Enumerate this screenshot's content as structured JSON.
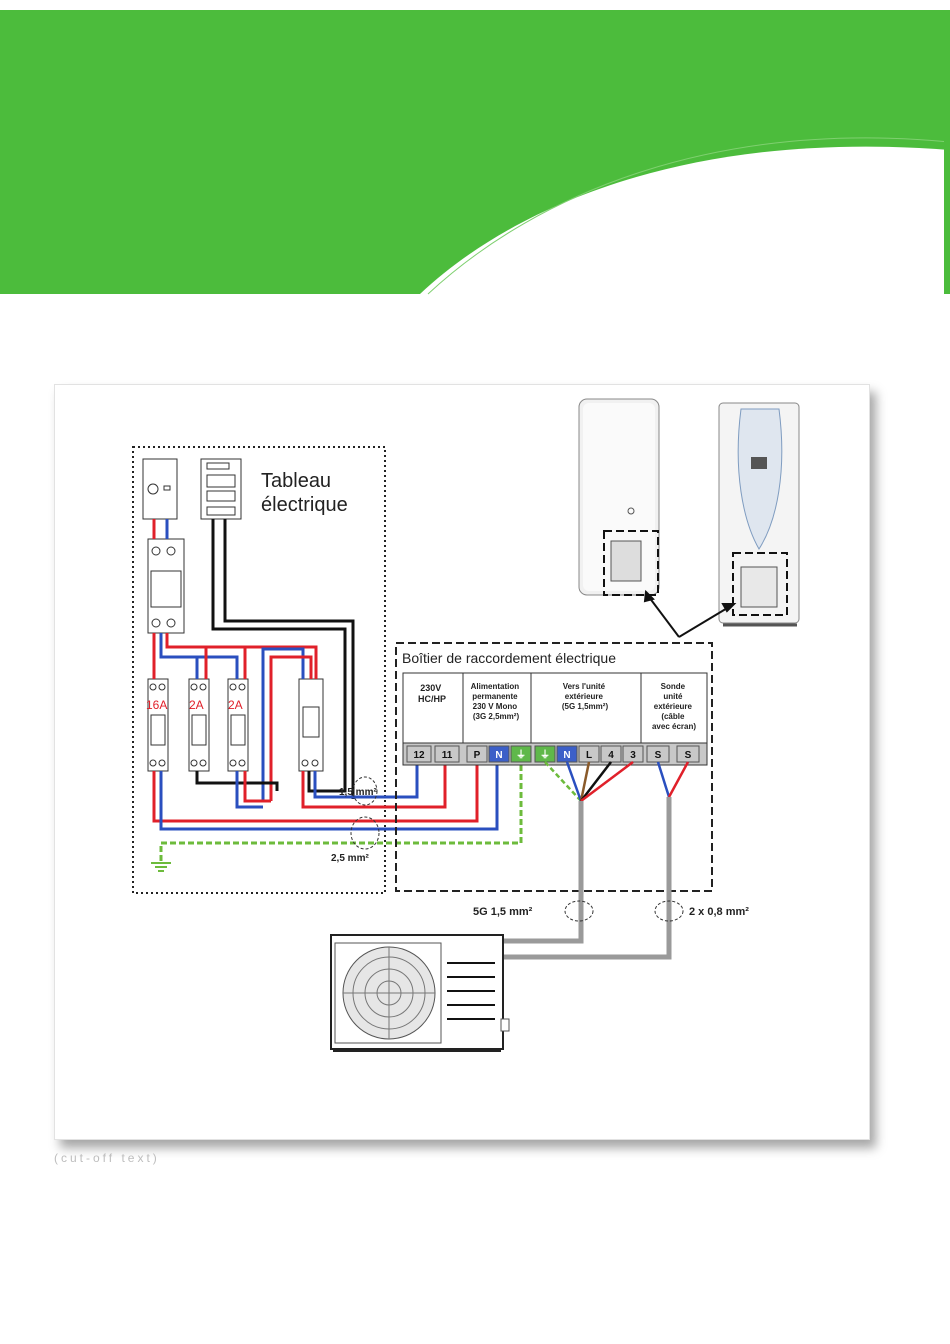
{
  "colors": {
    "brand_green": "#4cbc3c",
    "wire_red": "#e0202a",
    "wire_blue": "#2a4fbf",
    "wire_black": "#111111",
    "wire_earth": "#6dbb3c",
    "wire_gray": "#9a9a9a",
    "terminal_blue": "#3c5fc8",
    "terminal_green": "#5fb84a"
  },
  "panel": {
    "title": "Tableau électrique",
    "title_line1": "Tableau",
    "title_line2": "électrique",
    "breakers": [
      "16A",
      "2A",
      "2A"
    ]
  },
  "junction_box": {
    "title": "Boîtier de raccordement électrique",
    "groups": [
      {
        "lines": [
          "230V",
          "HC/HP"
        ]
      },
      {
        "lines": [
          "Alimentation",
          "permanente",
          "230 V Mono",
          "(3G 2,5mm²)"
        ]
      },
      {
        "lines": [
          "Vers l'unité",
          "extérieure",
          "(5G 1,5mm²)"
        ]
      },
      {
        "lines": [
          "Sonde",
          "unité",
          "extérieure",
          "(câble",
          "avec écran)"
        ]
      }
    ],
    "terminals": [
      "12",
      "11",
      "P",
      "N",
      "⏚",
      "⏚",
      "N",
      "L",
      "4",
      "3",
      "S",
      "S"
    ]
  },
  "cables": {
    "section_1": "1,5 mm²",
    "section_2": "2,5 mm²",
    "outdoor_power": "5G 1,5 mm²",
    "outdoor_probe": "2 x 0,8 mm²"
  },
  "caption": "(cut-off text)"
}
